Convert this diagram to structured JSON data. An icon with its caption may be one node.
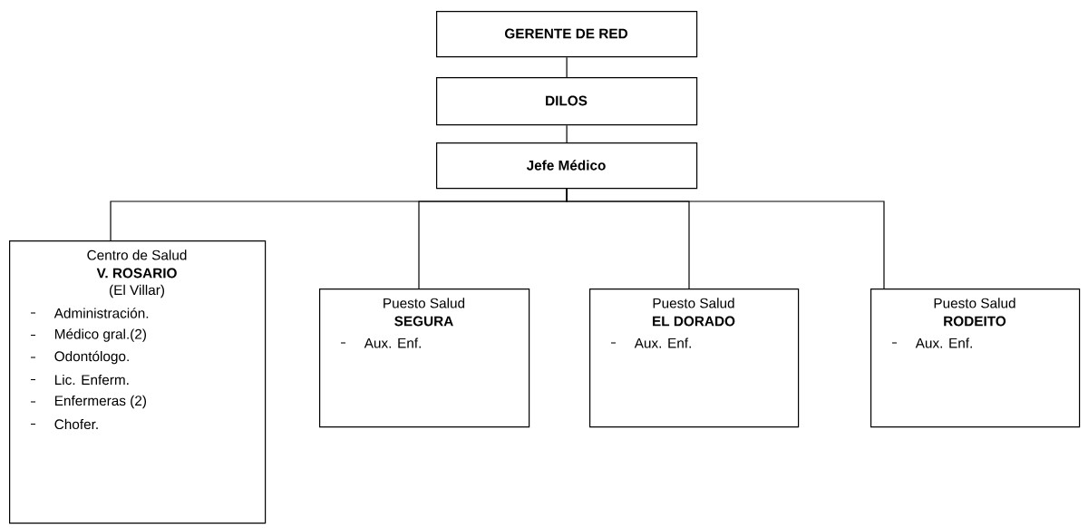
{
  "diagram": {
    "nodes": [
      {
        "text": [
          "GERENTE DE RED"
        ]
      },
      {
        "text": [
          "DILOS"
        ]
      },
      {
        "text": [
          "Jefe Médico"
        ]
      },
      {
        "text": [
          "Centro de Salud",
          "V. ROSARIO",
          "(El Villar)",
          "Administración.",
          "Médico gral.(2)",
          "Odontólogo.",
          "Lic. Enferm.",
          "Enfermeras (2)",
          "Chofer."
        ]
      },
      {
        "text": [
          "Puesto Salud",
          "SEGURA",
          "Aux. Enf."
        ]
      },
      {
        "text": [
          "Puesto Salud",
          "EL DORADO",
          "Aux. Enf."
        ]
      },
      {
        "text": [
          "Puesto Salud",
          "RODEITO",
          "Aux. Enf."
        ]
      }
    ],
    "edges": [
      {
        "from": 0,
        "to": 1,
        "arrow": "none"
      },
      {
        "from": 1,
        "to": 2,
        "arrow": "none"
      },
      {
        "from": 2,
        "to": 3,
        "arrow": "none"
      },
      {
        "from": 2,
        "to": 4,
        "arrow": "none"
      },
      {
        "from": 2,
        "to": 5,
        "arrow": "none"
      },
      {
        "from": 2,
        "to": 6,
        "arrow": "none"
      }
    ]
  }
}
